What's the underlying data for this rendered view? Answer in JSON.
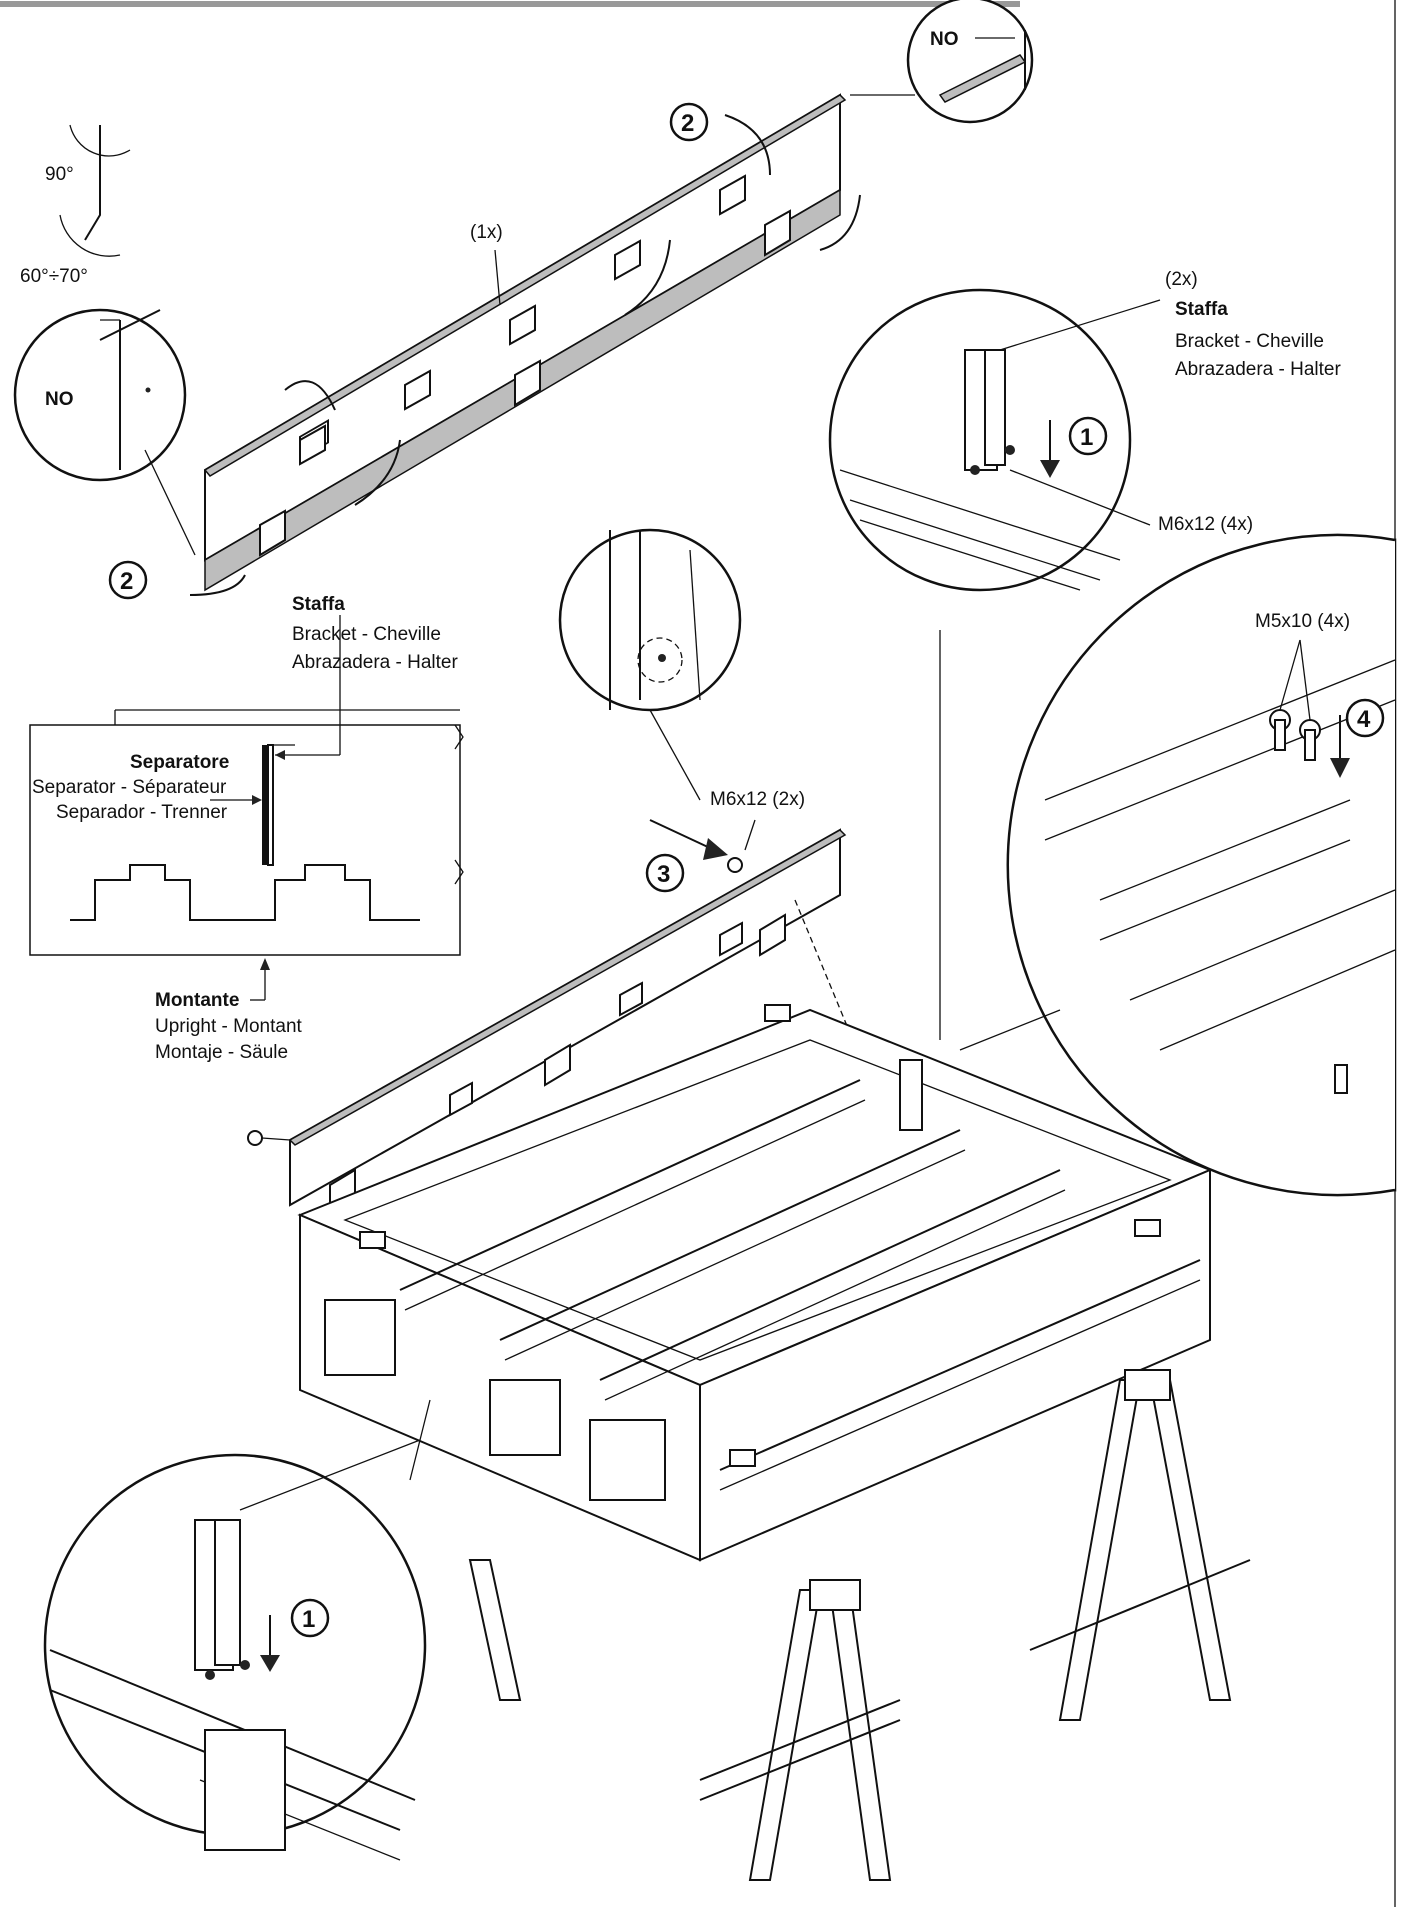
{
  "labels": {
    "count_panel": "(1x)",
    "angle_90": "90°",
    "angle_range": "60°÷70°",
    "no_top": "NO",
    "no_left": "NO",
    "staffa_qty": "(2x)",
    "staffa_title": "Staffa",
    "staffa_line2": "Bracket - Cheville",
    "staffa_line3": "Abrazadera - Halter",
    "m6x12_4x": "M6x12 (4x)",
    "m5x10_4x": "M5x10 (4x)",
    "m6x12_2x": "M6x12 (2x)",
    "staffa2_title": "Staffa",
    "staffa2_line2": "Bracket - Cheville",
    "staffa2_line3": "Abrazadera - Halter",
    "separatore_title": "Separatore",
    "separatore_line2": "Separator - Séparateur",
    "separatore_line3": "Separador - Trenner",
    "montante_title": "Montante",
    "montante_line2": "Upright - Montant",
    "montante_line3": "Montaje - Säule"
  },
  "steps": {
    "s1_right": "1",
    "s1_left": "1",
    "s2_top": "2",
    "s2_left": "2",
    "s3": "3",
    "s4": "4"
  },
  "colors": {
    "ink": "#111111",
    "shade": "#bdbdbd",
    "background": "#ffffff"
  }
}
